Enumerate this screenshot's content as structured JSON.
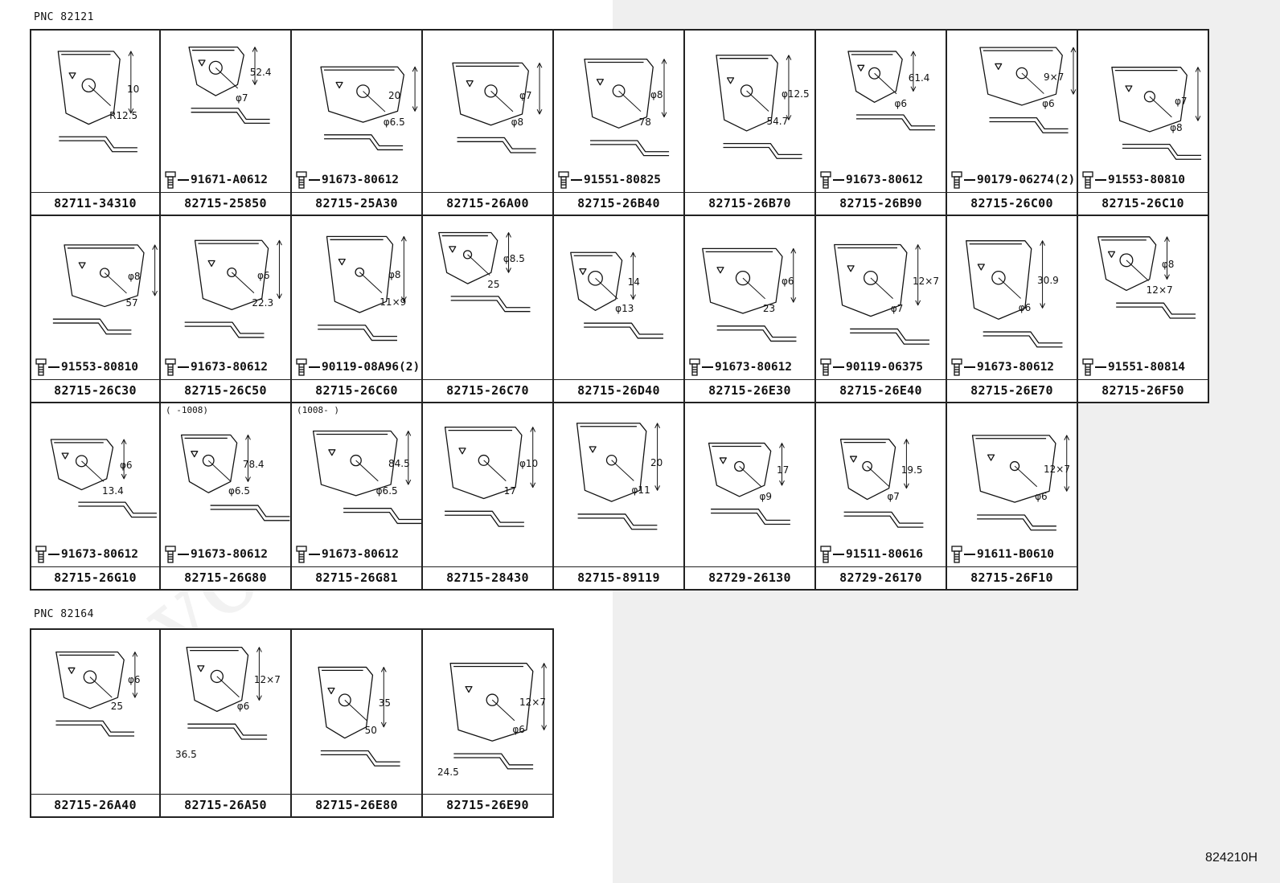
{
  "sections": [
    {
      "pnc": "PNC 82121",
      "rows": [
        [
          {
            "part": "82711-34310",
            "bolt": "",
            "note": ""
          },
          {
            "part": "82715-25850",
            "bolt": "91671-A0612",
            "note": ""
          },
          {
            "part": "82715-25A30",
            "bolt": "91673-80612",
            "note": ""
          },
          {
            "part": "82715-26A00",
            "bolt": "",
            "note": ""
          },
          {
            "part": "82715-26B40",
            "bolt": "91551-80825",
            "note": ""
          },
          {
            "part": "82715-26B70",
            "bolt": "",
            "note": ""
          },
          {
            "part": "82715-26B90",
            "bolt": "91673-80612",
            "note": ""
          },
          {
            "part": "82715-26C00",
            "bolt": "90179-06274(2)",
            "note": ""
          },
          {
            "part": "82715-26C10",
            "bolt": "91553-80810",
            "note": ""
          }
        ],
        [
          {
            "part": "82715-26C30",
            "bolt": "91553-80810",
            "note": ""
          },
          {
            "part": "82715-26C50",
            "bolt": "91673-80612",
            "note": ""
          },
          {
            "part": "82715-26C60",
            "bolt": "90119-08A96(2)",
            "note": ""
          },
          {
            "part": "82715-26C70",
            "bolt": "",
            "note": ""
          },
          {
            "part": "82715-26D40",
            "bolt": "",
            "note": ""
          },
          {
            "part": "82715-26E30",
            "bolt": "91673-80612",
            "note": ""
          },
          {
            "part": "82715-26E40",
            "bolt": "90119-06375",
            "note": ""
          },
          {
            "part": "82715-26E70",
            "bolt": "91673-80612",
            "note": ""
          },
          {
            "part": "82715-26F50",
            "bolt": "91551-80814",
            "note": ""
          }
        ],
        [
          {
            "part": "82715-26G10",
            "bolt": "91673-80612",
            "note": ""
          },
          {
            "part": "82715-26G80",
            "bolt": "91673-80612",
            "note": "(   -1008)"
          },
          {
            "part": "82715-26G81",
            "bolt": "91673-80612",
            "note": "(1008-   )"
          },
          {
            "part": "82715-28430",
            "bolt": "",
            "note": ""
          },
          {
            "part": "82715-89119",
            "bolt": "",
            "note": ""
          },
          {
            "part": "82729-26130",
            "bolt": "",
            "note": ""
          },
          {
            "part": "82729-26170",
            "bolt": "91511-80616",
            "note": ""
          },
          {
            "part": "82715-26F10",
            "bolt": "91611-B0610",
            "note": ""
          }
        ]
      ]
    },
    {
      "pnc": "PNC 82164",
      "rows": [
        [
          {
            "part": "82715-26A40",
            "bolt": "",
            "note": ""
          },
          {
            "part": "82715-26A50",
            "bolt": "",
            "note": ""
          },
          {
            "part": "82715-26E80",
            "bolt": "",
            "note": ""
          },
          {
            "part": "82715-26E90",
            "bolt": "",
            "note": ""
          }
        ]
      ]
    }
  ],
  "dimensions": {
    "c0_0": [
      "10",
      "R12.5"
    ],
    "c0_1": [
      "52.4",
      "φ7"
    ],
    "c0_2": [
      "20",
      "φ6.5"
    ],
    "c0_3": [
      "φ7",
      "φ8"
    ],
    "c0_4": [
      "φ8",
      "78"
    ],
    "c0_5": [
      "φ12.5",
      "54.7"
    ],
    "c0_6": [
      "61.4",
      "φ6"
    ],
    "c0_7": [
      "9×7",
      "φ6"
    ],
    "c0_8": [
      "φ7",
      "φ8"
    ],
    "c1_0": [
      "φ8",
      "57"
    ],
    "c1_1": [
      "φ6",
      "22.3"
    ],
    "c1_2": [
      "φ8",
      "11×9"
    ],
    "c1_3": [
      "φ8.5",
      "25"
    ],
    "c1_4": [
      "14",
      "φ13"
    ],
    "c1_5": [
      "φ6",
      "23"
    ],
    "c1_6": [
      "12×7",
      "φ7"
    ],
    "c1_7": [
      "30.9",
      "φ6"
    ],
    "c1_8": [
      "φ8",
      "12×7"
    ],
    "c2_0": [
      "φ6",
      "13.4"
    ],
    "c2_1": [
      "78.4",
      "φ6.5"
    ],
    "c2_2": [
      "84.5",
      "φ6.5"
    ],
    "c2_3": [
      "φ10",
      "17"
    ],
    "c2_4": [
      "20",
      "φ11"
    ],
    "c2_5": [
      "17",
      "φ9"
    ],
    "c2_6": [
      "19.5",
      "φ7"
    ],
    "c2_7": [
      "12×7",
      "φ6"
    ],
    "d0_0": [
      "φ6",
      "25"
    ],
    "d0_1": [
      "12×7",
      "φ6",
      "36.5"
    ],
    "d0_2": [
      "35",
      "50"
    ],
    "d0_3": [
      "12×7",
      "φ6",
      "24.5"
    ]
  },
  "diagram_code": "824210H",
  "watermark": "Toyota-Catalog.ru"
}
